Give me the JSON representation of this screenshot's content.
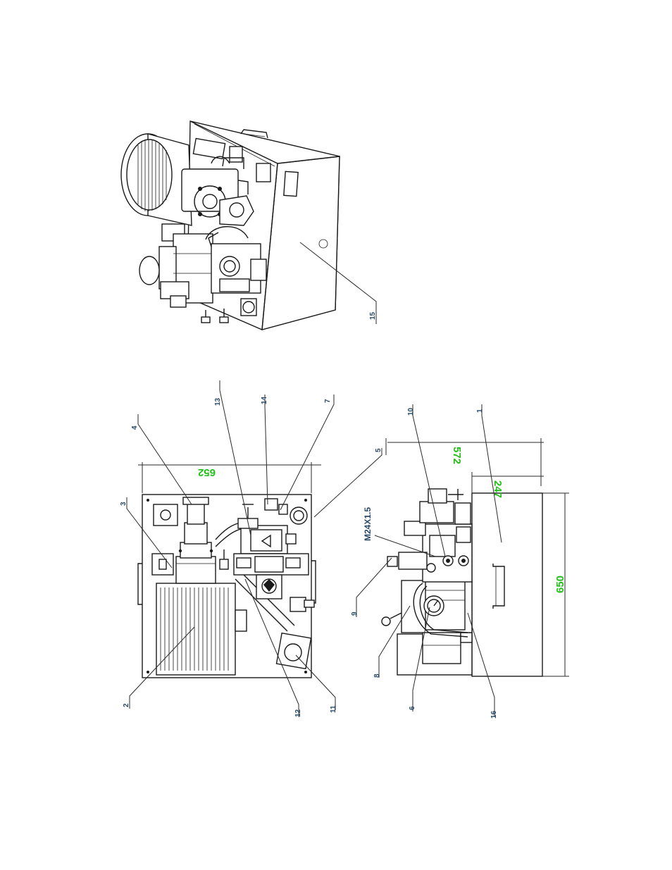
{
  "top_view": {
    "callouts": [
      {
        "id": "c15",
        "text": "15"
      }
    ]
  },
  "front_view": {
    "callouts": [
      {
        "id": "c2",
        "text": "2"
      },
      {
        "id": "c3",
        "text": "3"
      },
      {
        "id": "c4",
        "text": "4"
      },
      {
        "id": "c13",
        "text": "13"
      },
      {
        "id": "c14",
        "text": "14"
      },
      {
        "id": "c7",
        "text": "7"
      },
      {
        "id": "c12",
        "text": "12"
      },
      {
        "id": "c11",
        "text": "11"
      }
    ],
    "dimensions": {
      "width": "652"
    }
  },
  "side_view": {
    "callouts": [
      {
        "id": "c5",
        "text": "5"
      },
      {
        "id": "c10",
        "text": "10"
      },
      {
        "id": "c1",
        "text": "1"
      },
      {
        "id": "c9",
        "text": "9"
      },
      {
        "id": "c8",
        "text": "8"
      },
      {
        "id": "c6",
        "text": "6"
      },
      {
        "id": "c16",
        "text": "16"
      }
    ],
    "thread_label": "M24X1.5",
    "dimensions": {
      "depth": "572",
      "tank": "247",
      "height": "650"
    }
  },
  "colors": {
    "dimension": "#22c018",
    "callout": "#2a4a6a",
    "line": "#1a1a1a"
  }
}
